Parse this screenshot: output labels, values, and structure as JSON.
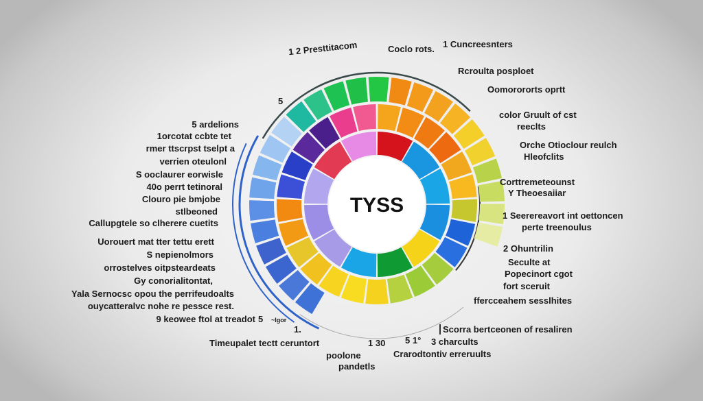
{
  "center_label": "TYSS",
  "rings": {
    "outer": [
      "#3f72d6",
      "#4a78d8",
      "#3b66cf",
      "#3f63cc",
      "#4a7fe0",
      "#5b90e6",
      "#6fa4ea",
      "#86b6ee",
      "#9fc6f2",
      "#b4d3f4",
      "#1fb8a0",
      "#2cc28a",
      "#1ec253",
      "#1fbf48",
      "#23c744",
      "#f08a12",
      "#f49a1a",
      "#f3a21f",
      "#f6b324",
      "#f5cf29",
      "#f0d12e",
      "#b8d24a",
      "#c9dc62",
      "#d8e47f",
      "#e6eca4"
    ],
    "middle": [
      "#f5a51c",
      "#f28c15",
      "#f07a12",
      "#ee6a10",
      "#f2a81e",
      "#f8b81f",
      "#c6c72f",
      "#1f63d8",
      "#2a6fdf",
      "#a5cc3c",
      "#9ccb38",
      "#b6d13f",
      "#f4d21e",
      "#f7dc21",
      "#f7d41f",
      "#f1c21f",
      "#e7c62b",
      "#f39a15",
      "#f28a12",
      "#3b50d6",
      "#2a3fc8",
      "#5a2a9c",
      "#4a1f8c",
      "#ea3d8e",
      "#f05a90"
    ],
    "inner": [
      "#d4131c",
      "#1a95e0",
      "#1aa6e6",
      "#1a8fe0",
      "#f5d318",
      "#0f9a33",
      "#1aa6e6",
      "#a79be8",
      "#9c8ee6",
      "#b2a6ee",
      "#e23a52",
      "#e78ae6"
    ]
  },
  "labels": {
    "left": [
      "5 ardelions",
      "1orcotat ccbte tet",
      "rmer ttscrpst tselpt a",
      "verrien oteulonl",
      "S ooclaurer eorwisle",
      "40o perrt tetinoral",
      "Clouro pie bmjobe",
      "stlbeoned",
      "Callupgtele so clherere cuetits",
      "Uorouert mat tter tettu erett",
      "S nepienolmors",
      "orrostelves  oitpsteardeats",
      "Gy conorialitontat,",
      "Yala  Sernocsc opou the perrifeudoalts",
      "ouycatteralvc nohe re pessce rest.",
      "9 keowee ftol at treadot"
    ],
    "top": [
      "1 2 Presttitacom",
      "Coclo rots.",
      "1 Cuncreesnters"
    ],
    "right": [
      "Rcroulta posploet",
      "Oomorororts oprtt",
      "color Gruult of cst",
      "reeclts",
      "Orche Otioclour reulch",
      "Hleofclits",
      "Corttremeteounst",
      "Y Theoesaiiar",
      "1 Seerereavort int oettoncen",
      "perte treenoulus",
      "2 Ohuntrilin",
      "Seculte at",
      "Popecinort cgot",
      "fort sceruit",
      "ffercceahem sesslhites"
    ],
    "bottom": [
      "1.",
      "Timeupalet tectt ceruntort",
      "1 30",
      "poolone",
      "pandetls",
      "5 1°",
      "Crarodtontiv erreruults",
      "Scorra bertceonen of resaliren",
      "3 charcults",
      "5",
      "5",
      "~lgor"
    ]
  }
}
